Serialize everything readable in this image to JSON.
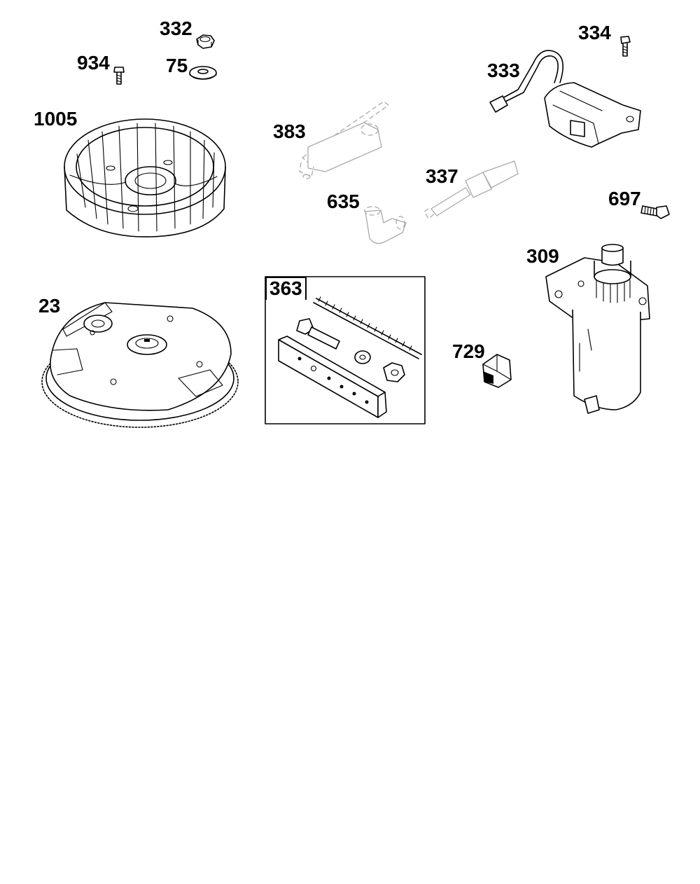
{
  "callouts": {
    "c332": "332",
    "c934": "934",
    "c75": "75",
    "c1005": "1005",
    "c23": "23",
    "c383": "383",
    "c635": "635",
    "c337": "337",
    "c363": "363",
    "c334": "334",
    "c333": "333",
    "c697": "697",
    "c309": "309",
    "c729": "729"
  },
  "colors": {
    "line": "#000000",
    "ghost_line": "#aaaaaa",
    "background": "#ffffff"
  }
}
